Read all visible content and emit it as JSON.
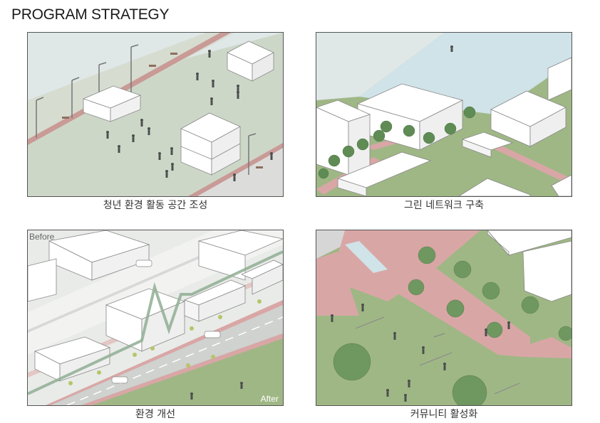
{
  "title": "PROGRAM STRATEGY",
  "panels": [
    {
      "caption": "청년 환경 활동 공간 조성"
    },
    {
      "caption": "그린 네트워크 구축"
    },
    {
      "caption": "환경 개선",
      "before_label": "Before",
      "after_label": "After"
    },
    {
      "caption": "커뮤니티 활성화"
    }
  ],
  "colors": {
    "ground_green": "#9fb785",
    "plaza": "#cdd7c8",
    "road": "#d9dbd7",
    "water": "#cfe3e8",
    "pink_path": "#d9a6a6",
    "tree": "#5f8c55",
    "building": "#ffffff",
    "figure": "#4b4f4d"
  }
}
